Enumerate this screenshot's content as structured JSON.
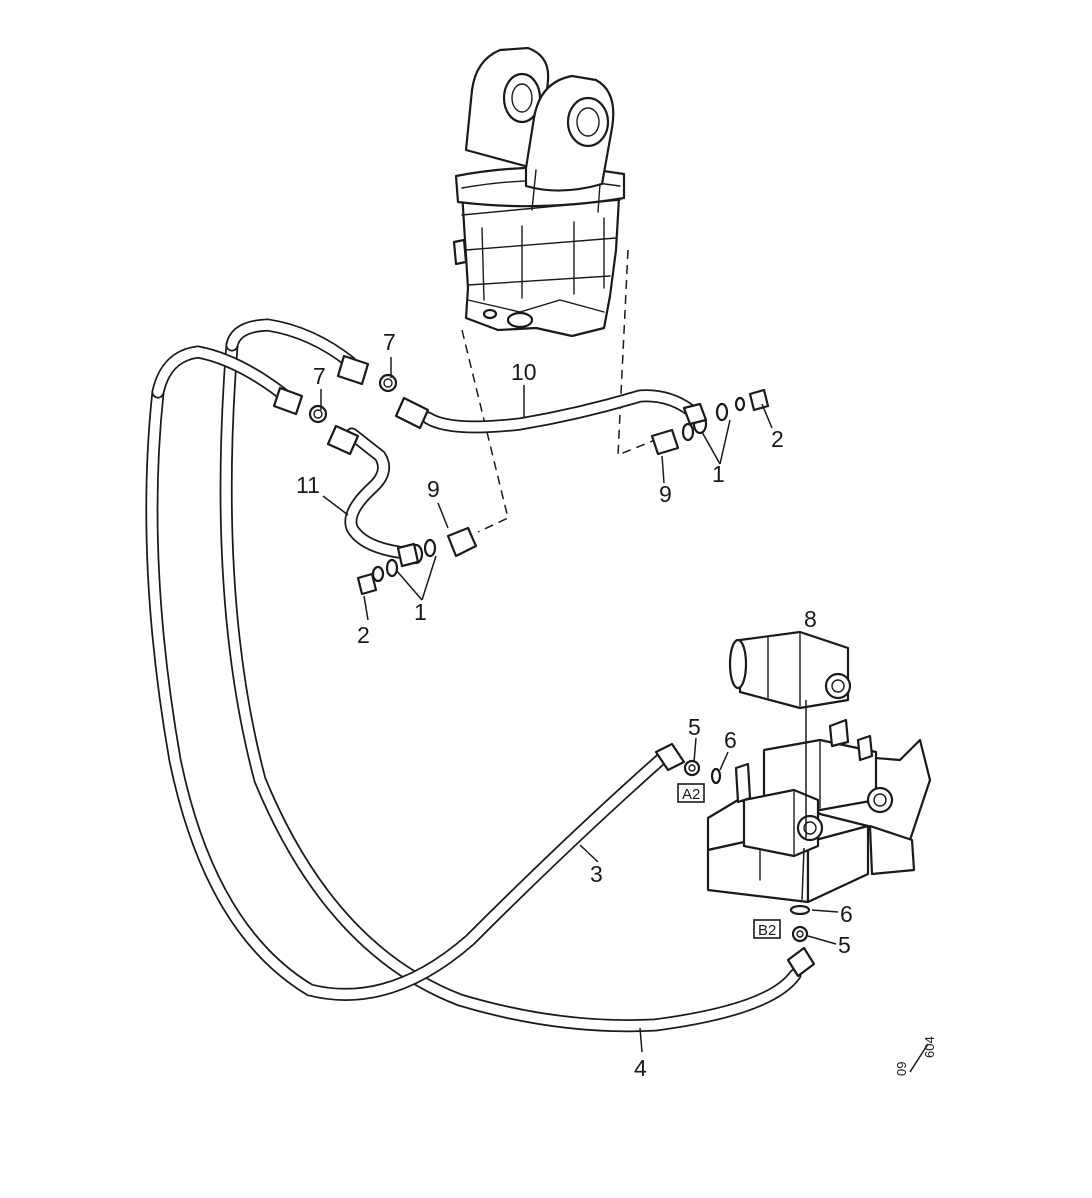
{
  "callouts": {
    "c1a": "1",
    "c1b": "1",
    "c2a": "2",
    "c2b": "2",
    "c3": "3",
    "c4": "4",
    "c5a": "5",
    "c5b": "5",
    "c6a": "6",
    "c6b": "6",
    "c7a": "7",
    "c7b": "7",
    "c8": "8",
    "c9a": "9",
    "c9b": "9",
    "c10": "10",
    "c11": "11"
  },
  "ports": {
    "a2": "A2",
    "b2": "B2"
  },
  "drawing_code": {
    "top": "09",
    "bottom": "604"
  }
}
